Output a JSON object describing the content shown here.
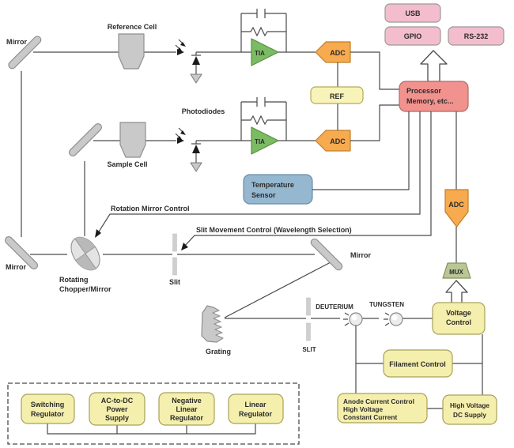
{
  "colors": {
    "wire": "#4a4a4a",
    "yellow": "#f5efad",
    "pink": "#f3bdcd",
    "salmon": "#f1928e",
    "blue": "#95b7cf",
    "green": "#7cbb63",
    "orange": "#f7aa4e",
    "pale_yellow": "#f8f3b8",
    "olive": "#bac795"
  },
  "optics": {
    "mirror_top": "Mirror",
    "mirror_left": "Mirror",
    "mirror_right": "Mirror",
    "reference_cell": "Reference Cell",
    "sample_cell": "Sample Cell",
    "photodiodes": "Photodiodes",
    "chopper_line1": "Rotating",
    "chopper_line2": "Chopper/Mirror",
    "slit_upper": "Slit",
    "slit_lower": "SLIT",
    "grating": "Grating",
    "deuterium": "DEUTERIUM",
    "tungsten": "TUNGSTEN"
  },
  "controls": {
    "rotation_mirror": "Rotation Mirror Control",
    "slit_movement": "Slit Movement Control (Wavelength Selection)"
  },
  "analog": {
    "tia": "TIA",
    "adc": "ADC",
    "ref": "REF",
    "mux": "MUX",
    "temp_line1": "Temperature",
    "temp_line2": "Sensor"
  },
  "digital": {
    "usb": "USB",
    "gpio": "GPIO",
    "rs232": "RS-232",
    "processor_line1": "Processor",
    "processor_line2": "Memory, etc..."
  },
  "lamps": {
    "voltage_line1": "Voltage",
    "voltage_line2": "Control",
    "filament": "Filament Control",
    "anode_line1": "Anode Current Control",
    "anode_line2": "High Voltage",
    "anode_line3": "Constant Current",
    "hv_line1": "High Voltage",
    "hv_line2": "DC Supply"
  },
  "power": {
    "switching_line1": "Switching",
    "switching_line2": "Regulator",
    "acdc_line1": "AC-to-DC",
    "acdc_line2": "Power",
    "acdc_line3": "Supply",
    "negative_line1": "Negative",
    "negative_line2": "Linear",
    "negative_line3": "Regulator",
    "linear_line1": "Linear",
    "linear_line2": "Regulator"
  }
}
